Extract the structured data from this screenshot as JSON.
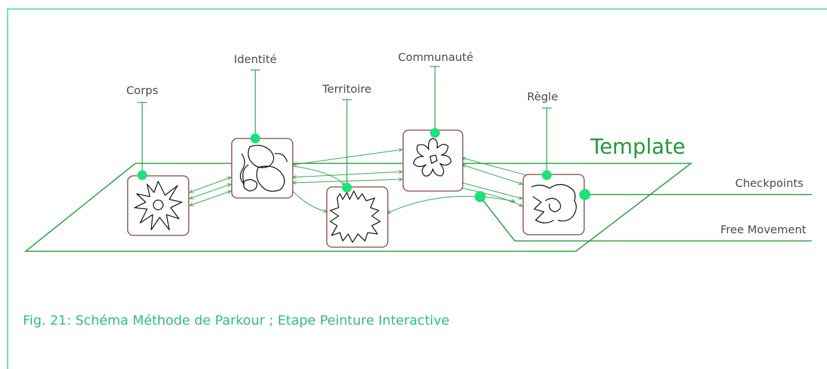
{
  "diagram": {
    "template_label": "Template",
    "nodes": [
      {
        "id": "corps",
        "label": "Corps"
      },
      {
        "id": "identite",
        "label": "Identité"
      },
      {
        "id": "territoire",
        "label": "Territoire"
      },
      {
        "id": "communaute",
        "label": "Communauté"
      },
      {
        "id": "regle",
        "label": "Règle"
      }
    ],
    "outputs": [
      {
        "id": "checkpoints",
        "label": "Checkpoints"
      },
      {
        "id": "free_movement",
        "label": "Free Movement"
      }
    ],
    "caption": "Fig. 21: Schéma Méthode de Parkour ; Etape Peinture Interactive"
  },
  "colors": {
    "frame": "#6fe0a6",
    "plane_line": "#27a13c",
    "dot": "#1fe07a",
    "card_border": "#7a3a36",
    "caption": "#2ec07a",
    "template": "#1f9a36"
  }
}
